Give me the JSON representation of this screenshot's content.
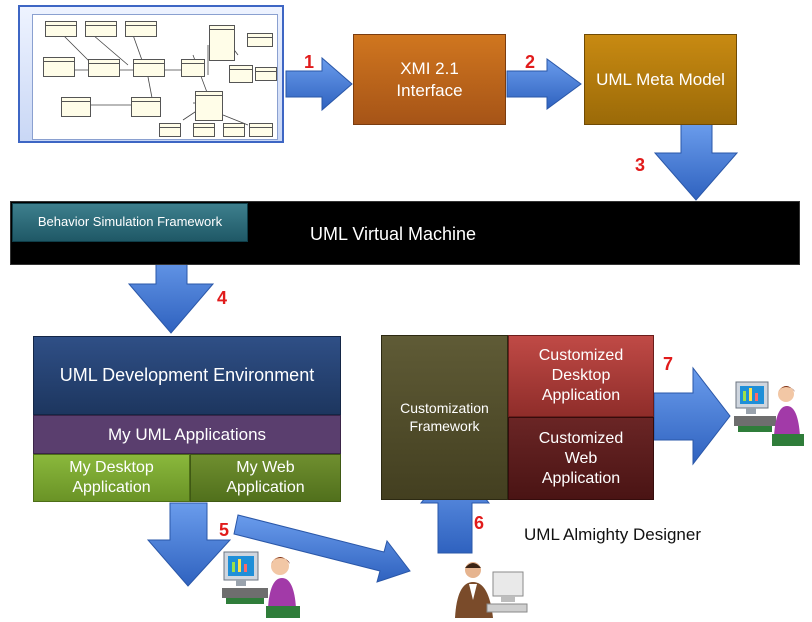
{
  "labels": {
    "xmi": "XMI 2.1\nInterface",
    "meta_model": "UML Meta Model",
    "virtual_machine": "UML Virtual Machine",
    "behavior_sim": "Behavior Simulation Framework",
    "dev_env": "UML Development Environment",
    "my_uml_apps": "My UML Applications",
    "my_desktop": "My Desktop\nApplication",
    "my_web": "My Web\nApplication",
    "cust_framework": "Customization\nFramework",
    "cust_desktop": "Customized\nDesktop\nApplication",
    "cust_web": "Customized\nWeb\nApplication",
    "designer": "UML Almighty Designer"
  },
  "steps": [
    "1",
    "2",
    "3",
    "4",
    "5",
    "6",
    "7"
  ],
  "colors": {
    "arrow": "#4a7fd6",
    "step_number": "#e11b1b"
  },
  "icons": [
    "uml-class-diagram-thumbnail",
    "user-at-computer-icon",
    "designer-at-computer-icon"
  ]
}
